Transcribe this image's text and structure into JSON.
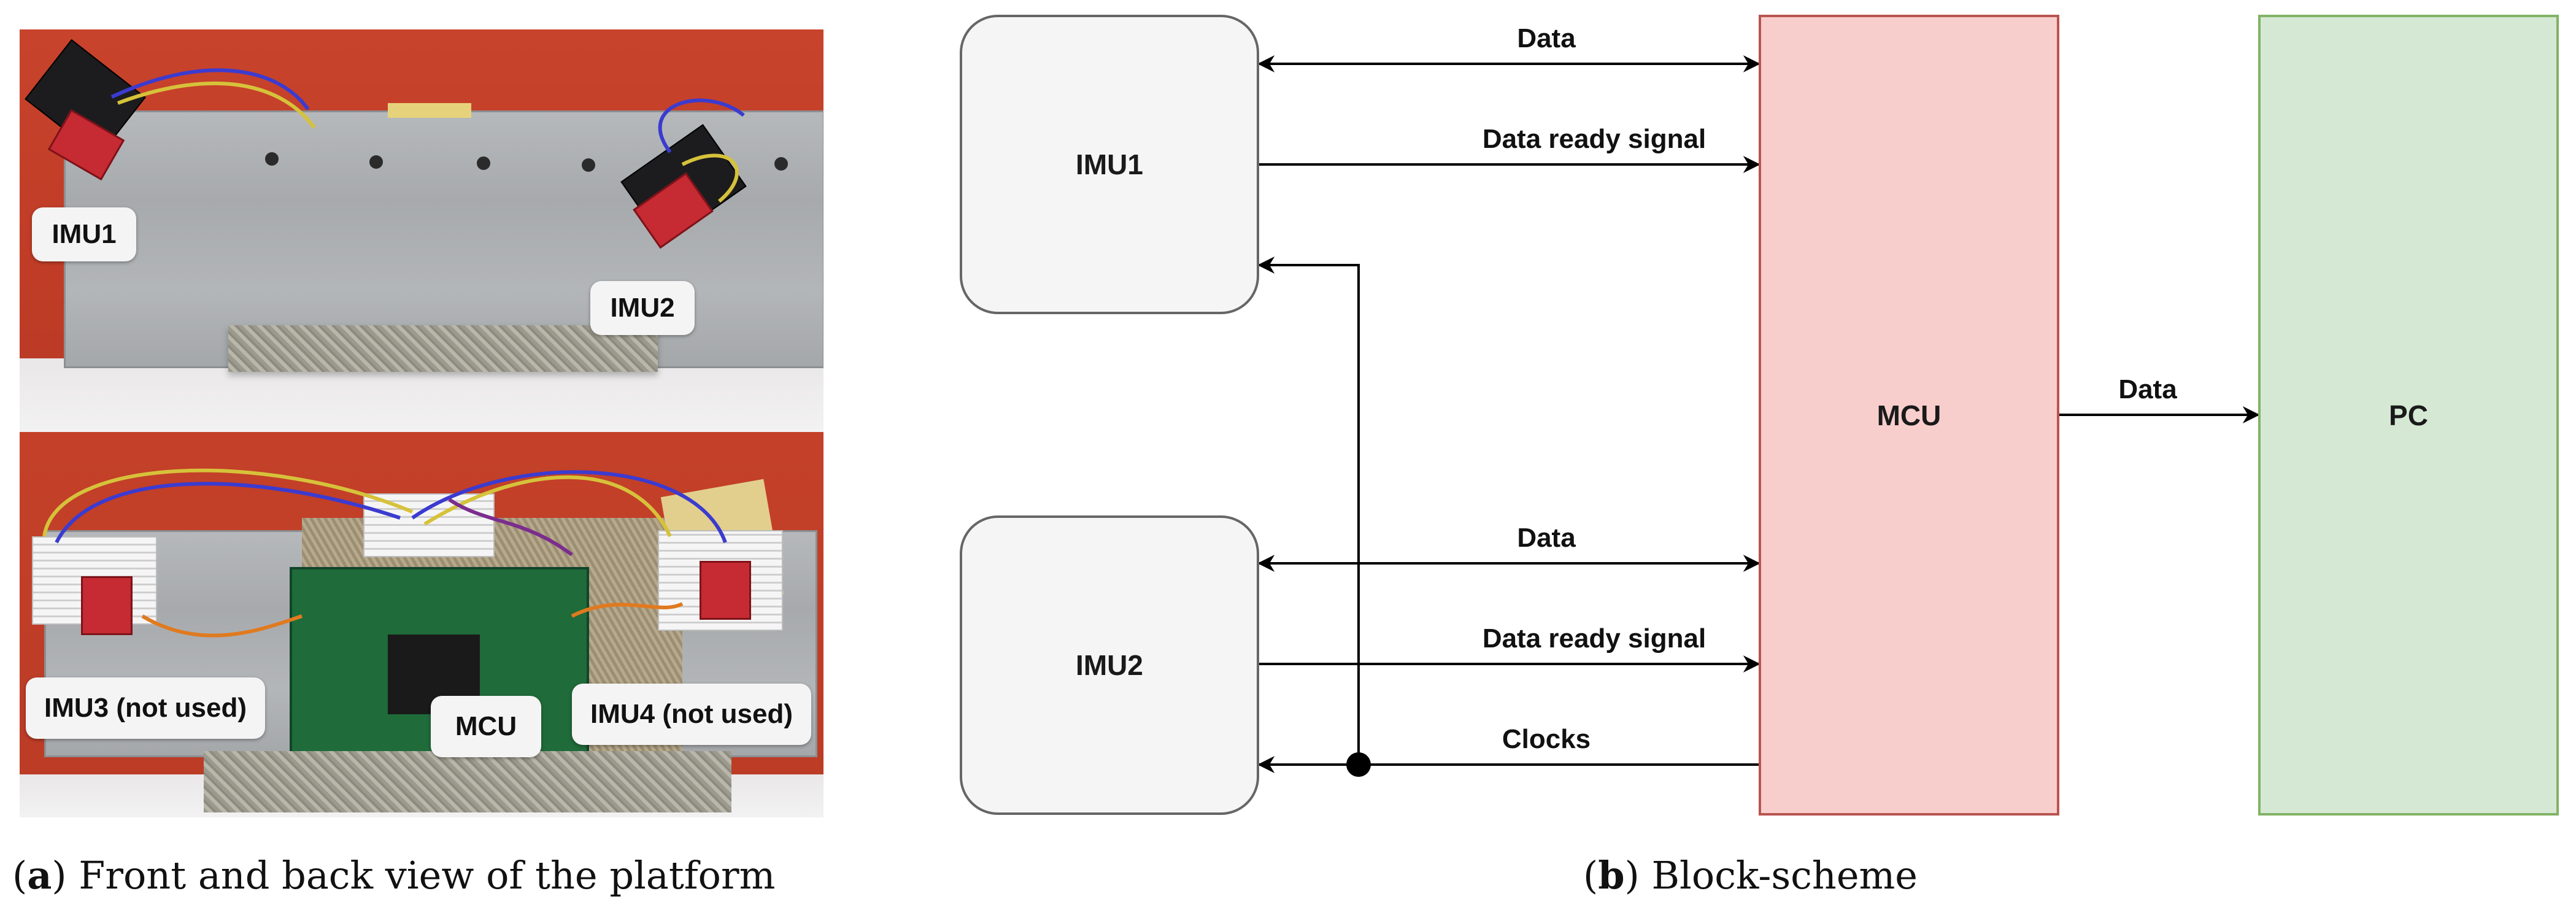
{
  "photo": {
    "top_labels": {
      "imu1": "IMU1",
      "imu2": "IMU2"
    },
    "bottom_labels": {
      "imu3": "IMU3 (not used)",
      "mcu": "MCU",
      "imu4": "IMU4 (not used)"
    }
  },
  "diagram": {
    "nodes": {
      "imu1": "IMU1",
      "imu2": "IMU2",
      "mcu": "MCU",
      "pc": "PC"
    },
    "edges": {
      "imu1_data": "Data",
      "imu1_ready": "Data ready signal",
      "imu2_data": "Data",
      "imu2_ready": "Data ready signal",
      "clocks": "Clocks",
      "mcu_pc": "Data"
    },
    "colors": {
      "imu_fill": "#f5f5f5",
      "imu_stroke": "#666666",
      "mcu_fill": "#f8cecc",
      "mcu_stroke": "#b85450",
      "pc_fill": "#d5e8d4",
      "pc_stroke": "#82b366"
    }
  },
  "captions": {
    "a_letter": "a",
    "a_text": " Front and back view of the platform",
    "b_letter": "b",
    "b_text": " Block-scheme"
  }
}
